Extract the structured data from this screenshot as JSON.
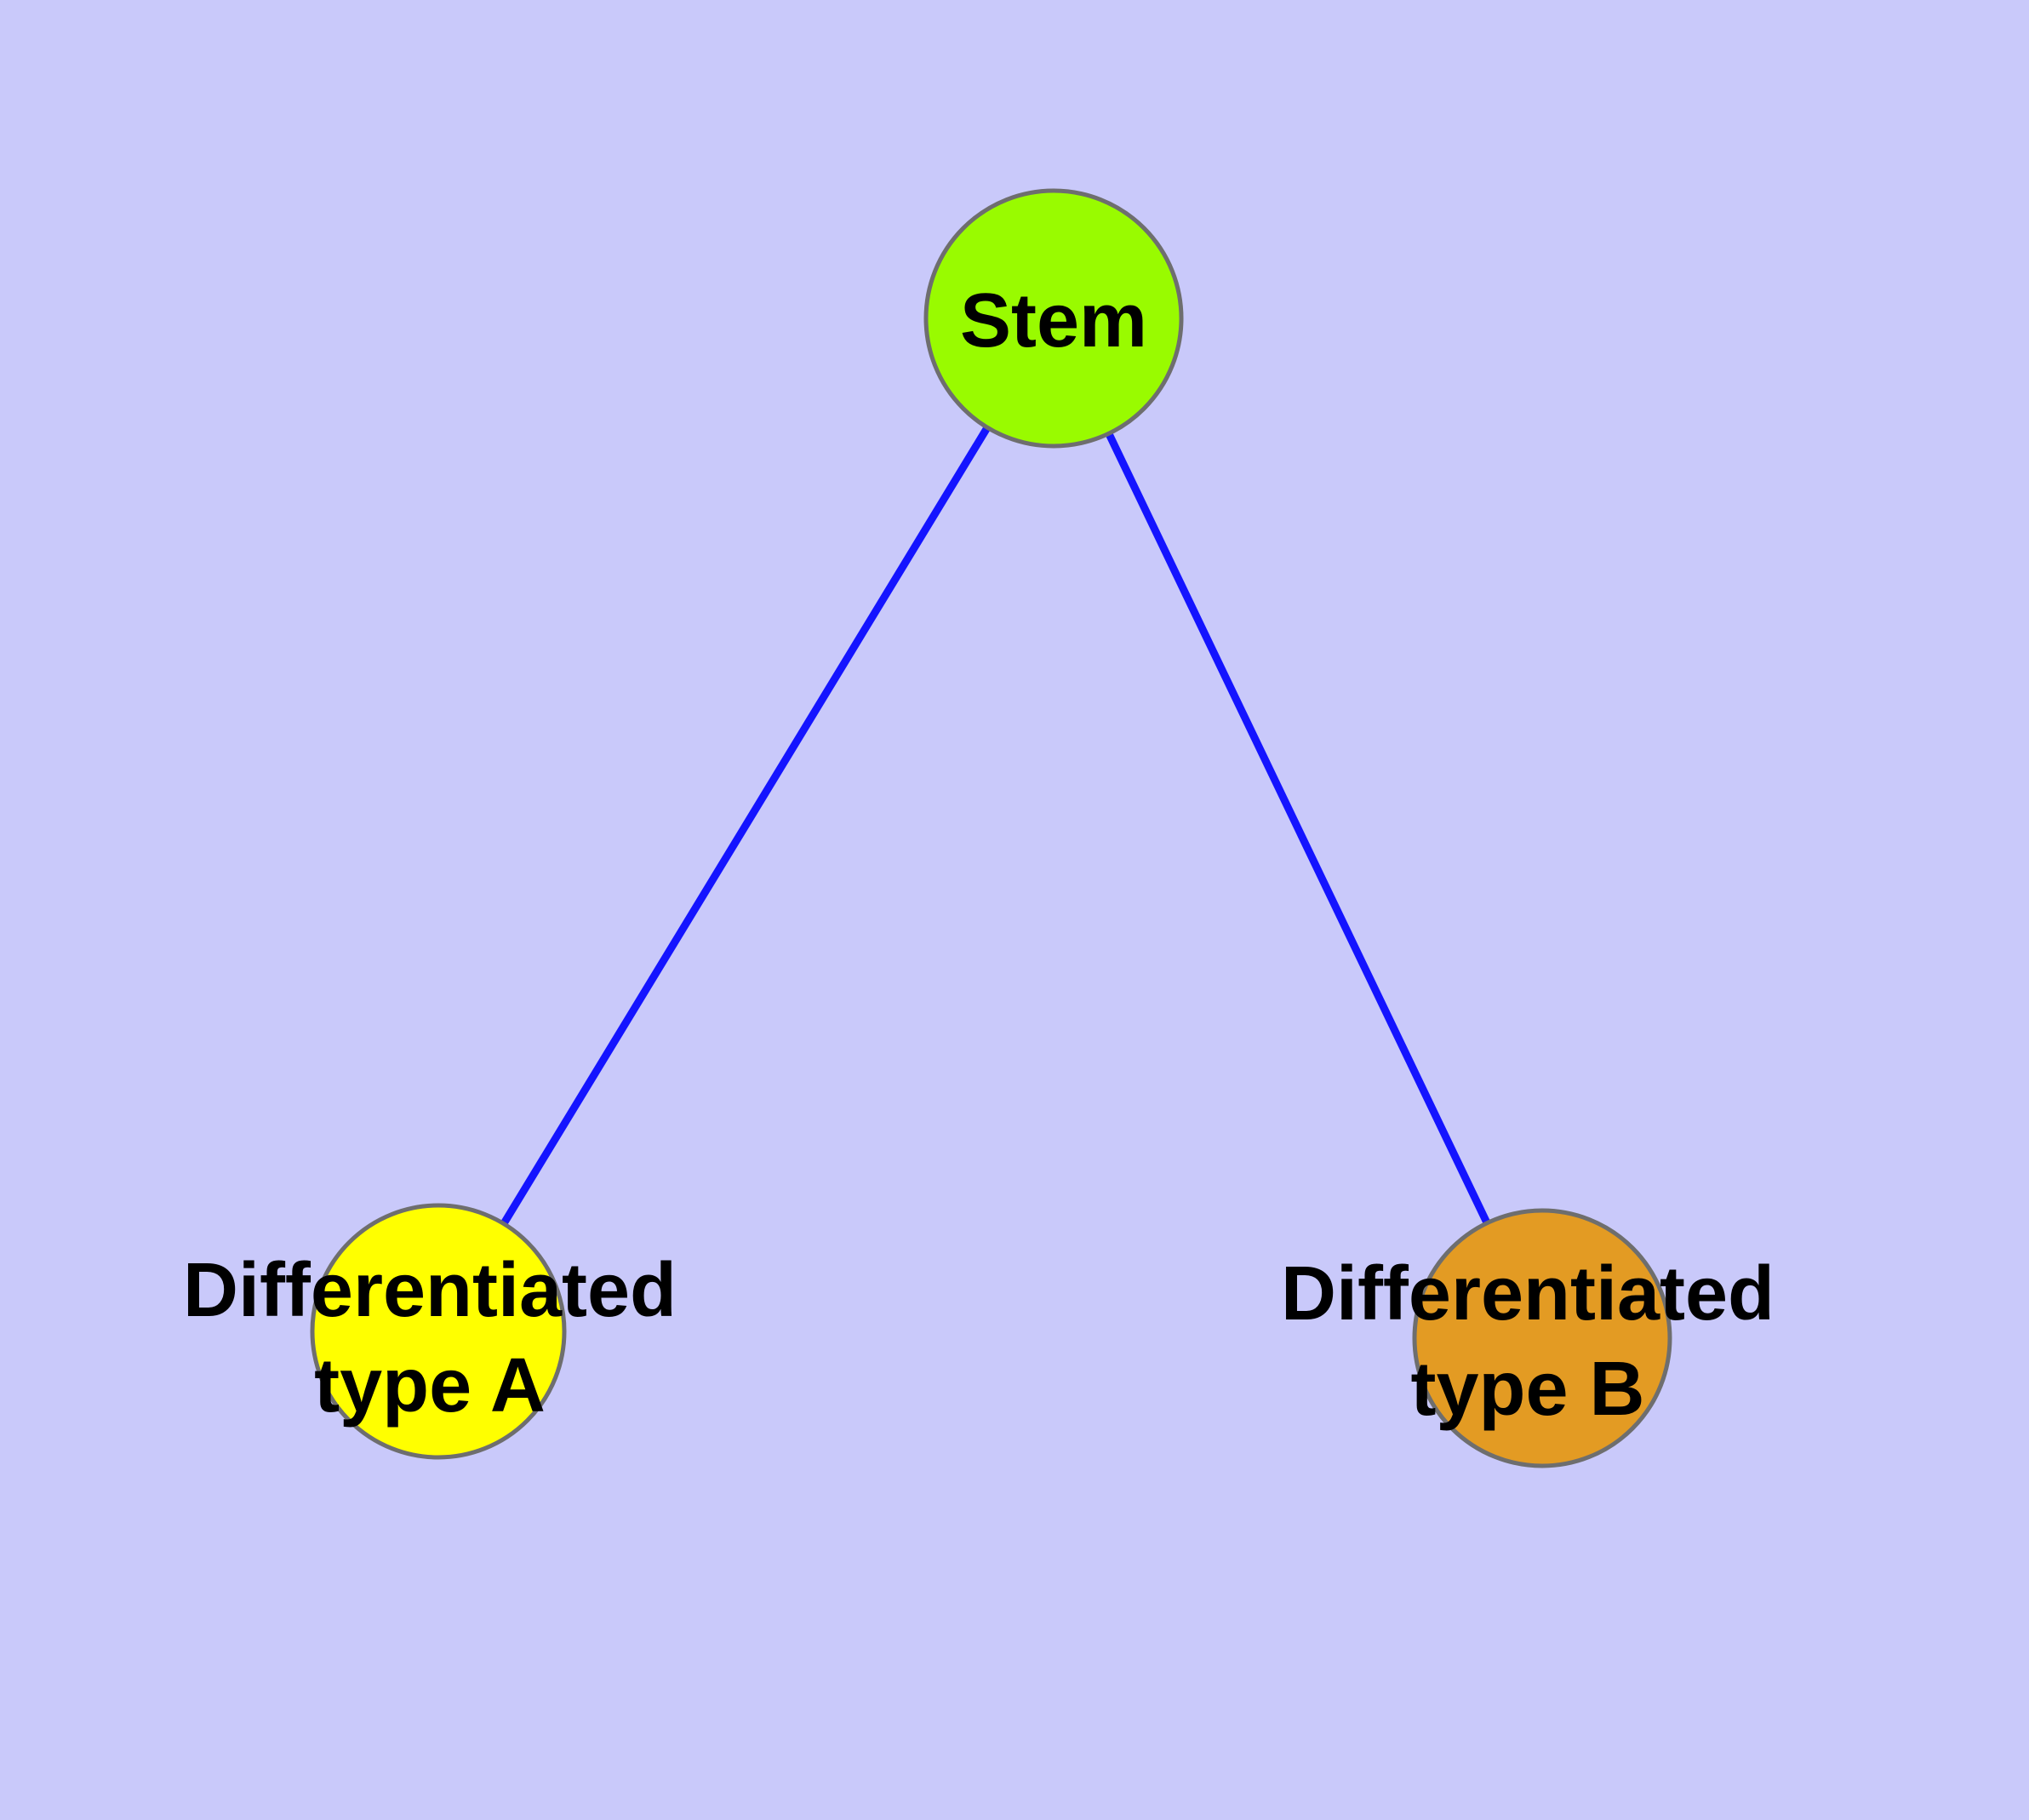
{
  "diagram": {
    "type": "node-link-graph",
    "colors": {
      "background": "#C9C9FA",
      "edge": "#1414FF",
      "node_border": "#6E6E6E",
      "label_text": "#000000"
    },
    "nodes": [
      {
        "id": "stem",
        "label": "Stem",
        "fill": "#99FB00"
      },
      {
        "id": "differentiated-type-a",
        "label": "Differentiated type A",
        "label_lines": [
          "Differentiated",
          "type A"
        ],
        "fill": "#FFFF00"
      },
      {
        "id": "differentiated-type-b",
        "label": "Differentiated type B",
        "label_lines": [
          "Differentiated",
          "type B"
        ],
        "fill": "#E39B23"
      }
    ],
    "edges": [
      {
        "from": "Stem",
        "to": "Differentiated type A"
      },
      {
        "from": "Stem",
        "to": "Differentiated type B"
      }
    ]
  }
}
